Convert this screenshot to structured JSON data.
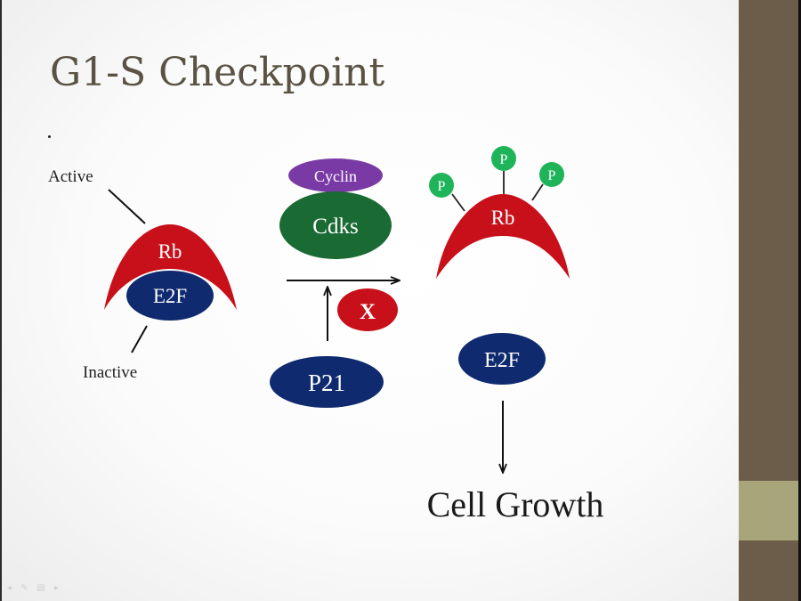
{
  "slide": {
    "title": "G1-S Checkpoint",
    "bullet": "."
  },
  "diagram": {
    "left_complex": {
      "active_label": "Active",
      "inactive_label": "Inactive",
      "rb_label": "Rb",
      "e2f_label": "E2F"
    },
    "kinase": {
      "cyclin_label": "Cyclin",
      "cdks_label": "Cdks"
    },
    "inhibitor": {
      "p21_label": "P21",
      "blocked_label": "X"
    },
    "right_complex": {
      "rb_label": "Rb",
      "phosphates": [
        "P",
        "P",
        "P"
      ],
      "e2f_label": "E2F"
    },
    "outcome_label": "Cell Growth"
  },
  "colors": {
    "rb_red": "#c8101a",
    "e2f_navy": "#0f2a6e",
    "cyclin_purple": "#7a3aa6",
    "cdks_green": "#1a6a33",
    "phosphate_green": "#1fb45a",
    "title_color": "#5a5243",
    "sidebar_brown": "#6b5d49",
    "sidebar_tan": "#a9a57a"
  },
  "controls": {
    "prev_icon": "◂",
    "pen_icon": "✎",
    "menu_icon": "▤",
    "next_icon": "▸"
  }
}
